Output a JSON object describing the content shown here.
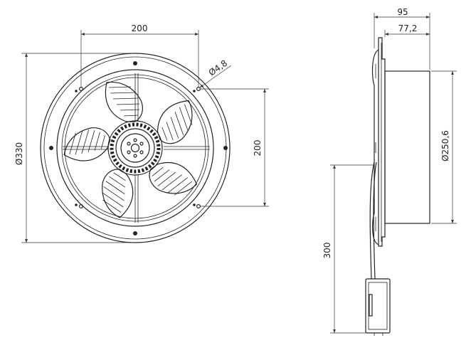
{
  "front_view": {
    "dimensions": {
      "hole_spacing_horizontal": "200",
      "hole_spacing_vertical": "200",
      "outer_diameter": "Ø330",
      "hole_diameter": "Ø4,8"
    }
  },
  "side_view": {
    "dimensions": {
      "overall_depth": "95",
      "housing_depth": "77,2",
      "housing_diameter": "Ø250,6",
      "cable_length": "300"
    }
  }
}
